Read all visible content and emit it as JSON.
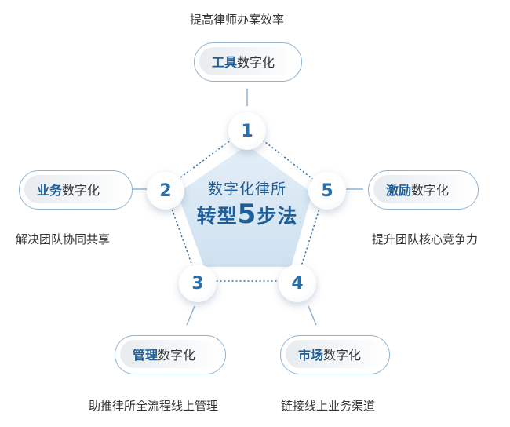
{
  "center": {
    "line1": "数字化律所",
    "line2_a": "转型",
    "line2_num": "5",
    "line2_b": "步法"
  },
  "steps": [
    {
      "number": "1",
      "highlight": "工具",
      "label": "数字化",
      "caption": "提高律师办案效率"
    },
    {
      "number": "2",
      "highlight": "业务",
      "label": "数字化",
      "caption": "解决团队协同共享"
    },
    {
      "number": "3",
      "highlight": "管理",
      "label": "数字化",
      "caption": "助推律所全流程线上管理"
    },
    {
      "number": "4",
      "highlight": "市场",
      "label": "数字化",
      "caption": "链接线上业务渠道"
    },
    {
      "number": "5",
      "highlight": "激励",
      "label": "数字化",
      "caption": "提升团队核心竞争力"
    }
  ],
  "colors": {
    "accent": "#1f5f99",
    "pentagon_fill": "#d6e6f3",
    "outline": "#8fb3cf"
  }
}
